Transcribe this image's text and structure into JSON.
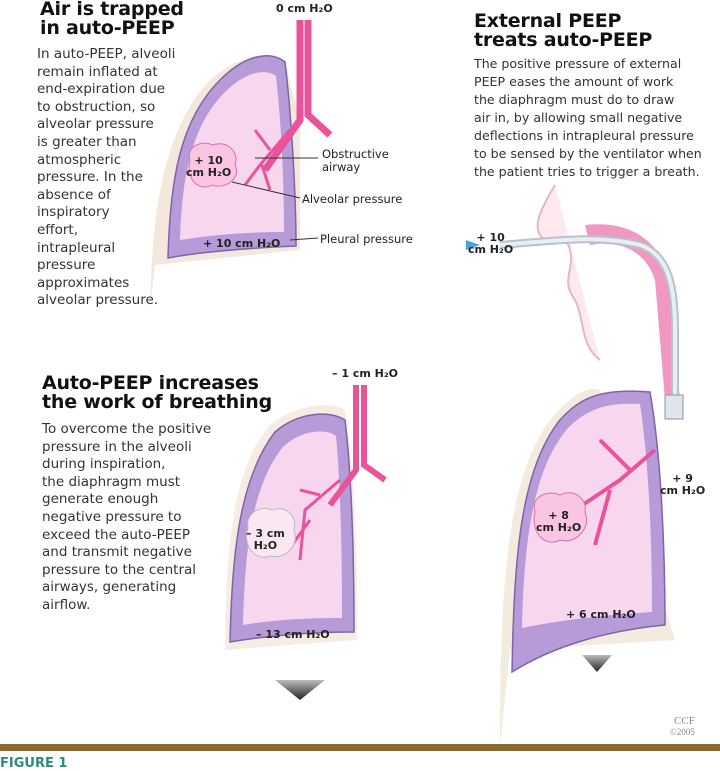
{
  "panel_trapped": {
    "title_line1": "Air is trapped",
    "title_line2": "in auto-PEEP",
    "body": [
      "In auto-PEEP, alveoli",
      "remain inflated at",
      "end-expiration due",
      "to obstruction, so",
      "alveolar pressure",
      "is greater than",
      "atmospheric",
      "pressure. In the",
      "absence of",
      "inspiratory",
      "effort,",
      "intrapleural",
      "pressure",
      "approximates",
      "alveolar pressure."
    ],
    "airway_pressure": "0 cm H₂O",
    "alveolar_value_1": "+ 10",
    "alveolar_value_2": "cm H₂O",
    "pleural_value": "+ 10 cm H₂O",
    "label_obstructive_1": "Obstructive",
    "label_obstructive_2": "airway",
    "label_alveolar": "Alveolar pressure",
    "label_pleural": "Pleural pressure"
  },
  "panel_external": {
    "title_line1": "External PEEP",
    "title_line2": "treats auto-PEEP",
    "body": [
      "The positive pressure of external",
      "PEEP eases the amount of work",
      "the diaphragm must do to draw",
      "air in, by allowing small negative",
      "deflections in intrapleural pressure",
      "to be sensed by the ventilator when",
      "the patient tries to trigger a breath."
    ],
    "ventilator_value_1": "+ 10",
    "ventilator_value_2": "cm H₂O",
    "airway_value_1": "+ 9",
    "airway_value_2": "cm H₂O",
    "alveolar_value_1": "+ 8",
    "alveolar_value_2": "cm H₂O",
    "pleural_value": "+ 6 cm H₂O"
  },
  "panel_work": {
    "title_line1": "Auto-PEEP increases",
    "title_line2": "the work of breathing",
    "body": [
      "To overcome the positive",
      "pressure in the alveoli",
      "during inspiration,",
      "the diaphragm must",
      "generate enough",
      "negative pressure to",
      "exceed the auto-PEEP",
      "and transmit negative",
      "pressure to the central",
      "airways, generating",
      "airflow."
    ],
    "airway_pressure": "– 1 cm H₂O",
    "alveolar_value_1": "– 3 cm",
    "alveolar_value_2": "H₂O",
    "pleural_value": "– 13 cm H₂O"
  },
  "credit": {
    "line1": "CCF",
    "line2": "©2005"
  },
  "figure_label": "FIGURE 1",
  "colors": {
    "lung": "#f9d6ef",
    "pleura": "#b79ad8",
    "airway": "#e8539a",
    "rule": "#8a6a2e",
    "figure": "#2d8a79"
  }
}
